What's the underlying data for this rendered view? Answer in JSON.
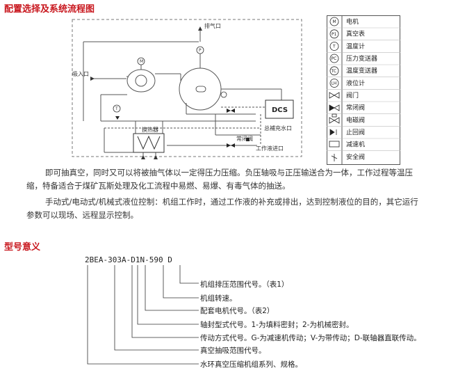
{
  "section1": {
    "title": "配置选择及系统流程图"
  },
  "diagram": {
    "exhaust_label": "排气口",
    "inlet_label": "吸入口",
    "dcs_label": "DCS",
    "heat_exchanger_label": "换热器",
    "makeup_label": "总補充水口",
    "normally_closed_label": "常闭阀",
    "working_fluid_inlet_label": "工作液进口"
  },
  "legend": {
    "items": [
      {
        "symbol": "M",
        "icon": "motor-icon",
        "label": "电机"
      },
      {
        "symbol": "P1",
        "icon": "vacuum-gauge-icon",
        "label": "真空表"
      },
      {
        "symbol": "T",
        "icon": "thermometer-icon",
        "label": "温度计"
      },
      {
        "symbol": "PC",
        "icon": "pressure-transmitter-icon",
        "label": "压力变送器"
      },
      {
        "symbol": "TC",
        "icon": "temperature-transmitter-icon",
        "label": "温度变送器"
      },
      {
        "symbol": "LH",
        "icon": "level-gauge-icon",
        "label": "液位计"
      },
      {
        "symbol": "",
        "icon": "valve-icon",
        "label": "阀门"
      },
      {
        "symbol": "",
        "icon": "normally-closed-valve-icon",
        "label": "常闭阀"
      },
      {
        "symbol": "",
        "icon": "solenoid-valve-icon",
        "label": "电磁阀"
      },
      {
        "symbol": "",
        "icon": "check-valve-icon",
        "label": "止回阀"
      },
      {
        "symbol": "",
        "icon": "reducer-icon",
        "label": "减速机"
      },
      {
        "symbol": "",
        "icon": "safety-valve-icon",
        "label": "安全阀"
      }
    ]
  },
  "description": {
    "p1_line1": "即可抽真空，同时又可以将被抽气体以一定得压力压缩。负压轴吸与正压输送合为一体，工作过程等温压",
    "p1_line2": "缩，特备适合于煤矿瓦斯处理及化工流程中易燃、易爆、有毒气体的抽送。",
    "p2_line1": "手动式/电动式/机械式液位控制：机组工作时，通过工作液的补充或排出，达到控制液位的目的，其它运行",
    "p2_line2": "参数可以现场、远程显示控制。"
  },
  "section2": {
    "title": "型号意义"
  },
  "model": {
    "code": "2BEA-303A-D1N-590 D",
    "meanings": [
      "机组排压范围代号。（表1）",
      "机组转速。",
      "配套电机代号。（表2）",
      "轴封型式代号。1-为填料密封；2-为机械密封。",
      "传动方式代号。G-为减速机传动；V-为带传动；D-联轴器直联传动。",
      "真空抽吸范围代号。",
      "水环真空压缩机组系列、规格。"
    ]
  },
  "colors": {
    "title_red": "#c8161d",
    "diagram_line": "#555555",
    "text": "#333333"
  }
}
